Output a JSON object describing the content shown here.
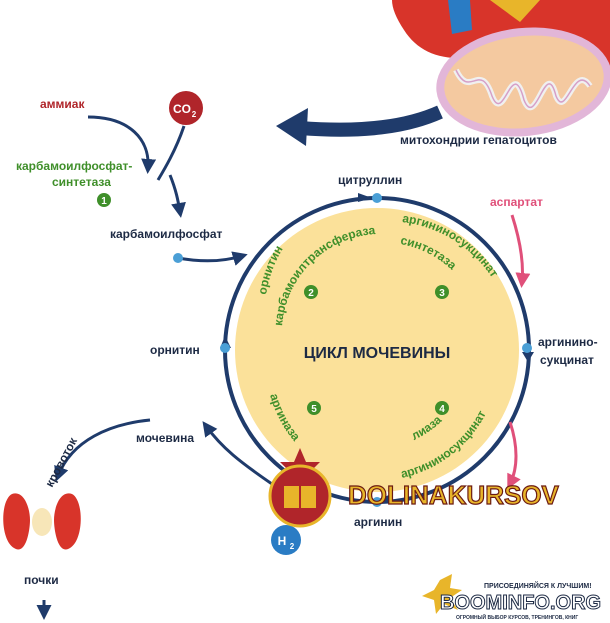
{
  "colors": {
    "enzyme": "#3f8f2a",
    "metabolite": "#1d2a44",
    "ammonia": "#b0252a",
    "aspartate": "#e0507a",
    "arrow": "#1f3b6b",
    "cycle_fill": "#fbe19a",
    "node": "#4a9fd6",
    "liver": "#d8342a",
    "mito": "#f4c9a0"
  },
  "labels": {
    "ammonia": "аммиак",
    "co2_main": "CO",
    "co2_sub": "2",
    "cps_line1": "карбамоилфосфат-",
    "cps_line2": "синтетаза",
    "cps_num": "1",
    "carbamoyl_phosphate": "карбамоилфосфат",
    "mito_caption": "митохондрии гепатоцитов",
    "citrulline": "цитруллин",
    "aspartate": "аспартат",
    "argininosuccinate_line1": "аргинино-",
    "argininosuccinate_line2": "сукцинат",
    "ornithine": "орнитин",
    "arginine": "аргинин",
    "urea": "мочевина",
    "bloodstream": "кровоток",
    "kidneys": "почки",
    "h2o_main": "H",
    "h2o_sub": "2",
    "cycle_title": "ЦИКЛ МОЧЕВИНЫ"
  },
  "enzymes": {
    "otc_line1": "орнитин",
    "otc_line2": "карбамоилтрансфераза",
    "otc_num": "2",
    "ass_line1": "аргининосукцинат",
    "ass_line2": "синтетаза",
    "ass_num": "3",
    "asl_line1": "аргининосукцинат",
    "asl_line2": "лиаза",
    "asl_num": "4",
    "arginase": "аргиназа",
    "arginase_num": "5"
  },
  "watermarks": {
    "dolina": "DOLINAKURSOV",
    "boominfo": "BOOMINFO.ORG",
    "boominfo_tag": "ПРИСОЕДИНЯЙСЯ К ЛУЧШИМ!",
    "boominfo_sub": "ОГРОМНЫЙ ВЫБОР КУРСОВ, ТРЕНИНГОВ, КНИГ"
  }
}
